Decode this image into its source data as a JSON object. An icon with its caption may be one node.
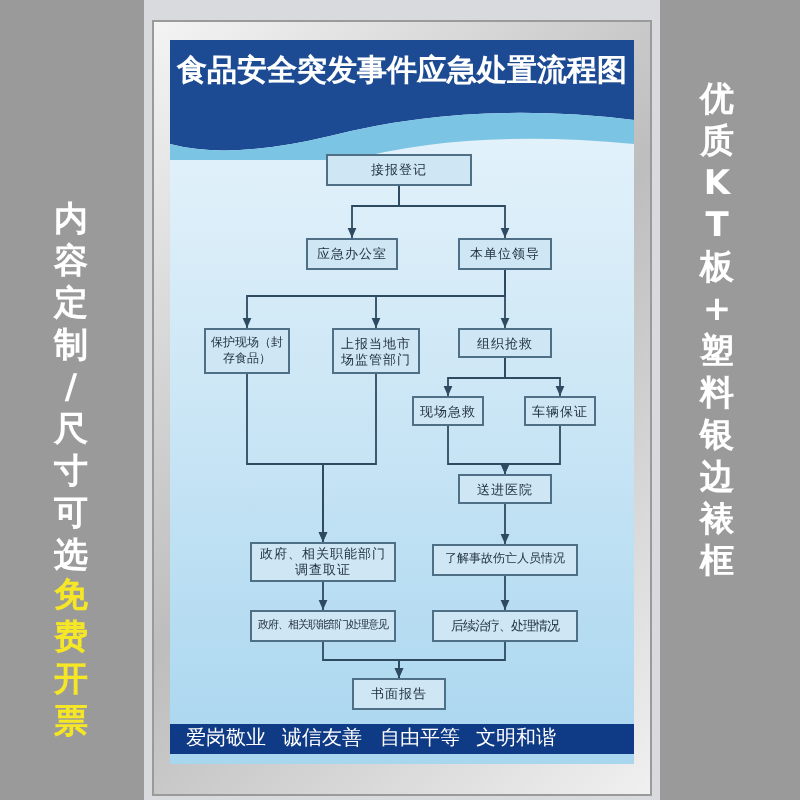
{
  "diagram": {
    "title": "食品安全突发事件应急处置流程图",
    "nodes": [
      {
        "text": [
          "接报登记"
        ]
      },
      {
        "text": [
          "应急办公室"
        ]
      },
      {
        "text": [
          "本单位领导"
        ]
      },
      {
        "text": [
          "保护现场（封存食品）"
        ]
      },
      {
        "text": [
          "上报当地市场监管部门"
        ]
      },
      {
        "text": [
          "组织抢救"
        ]
      },
      {
        "text": [
          "现场急救"
        ]
      },
      {
        "text": [
          "车辆保证"
        ]
      },
      {
        "text": [
          "送进医院"
        ]
      },
      {
        "text": [
          "政府、相关职能部门调查取证"
        ]
      },
      {
        "text": [
          "了解事故伤亡人员情况"
        ]
      },
      {
        "text": [
          "政府、相关职能部门处理意见"
        ]
      },
      {
        "text": [
          "后续治疗、处理情况"
        ]
      },
      {
        "text": [
          "书面报告"
        ]
      }
    ],
    "edges": [
      {
        "from": 0,
        "to": 1,
        "arrow": "to"
      },
      {
        "from": 0,
        "to": 2,
        "arrow": "to"
      },
      {
        "from": 2,
        "to": 3,
        "arrow": "to"
      },
      {
        "from": 2,
        "to": 4,
        "arrow": "to"
      },
      {
        "from": 2,
        "to": 5,
        "arrow": "to"
      },
      {
        "from": 5,
        "to": 6,
        "arrow": "to"
      },
      {
        "from": 5,
        "to": 7,
        "arrow": "to"
      },
      {
        "from": 6,
        "to": 8,
        "arrow": "to"
      },
      {
        "from": 7,
        "to": 8,
        "arrow": "to"
      },
      {
        "from": 3,
        "to": 9,
        "arrow": "to"
      },
      {
        "from": 4,
        "to": 9,
        "arrow": "to"
      },
      {
        "from": 8,
        "to": 10,
        "arrow": "to"
      },
      {
        "from": 9,
        "to": 11,
        "arrow": "to"
      },
      {
        "from": 10,
        "to": 12,
        "arrow": "to"
      },
      {
        "from": 11,
        "to": 13,
        "arrow": "to"
      },
      {
        "from": 12,
        "to": 13,
        "arrow": "to"
      }
    ],
    "labels": [
      "爱岗敬业",
      "诚信友善",
      "自由平等",
      "文明和谐",
      "内容定制/尺寸可选",
      "免费开票",
      "优质KT板+塑料银边裱框"
    ]
  }
}
